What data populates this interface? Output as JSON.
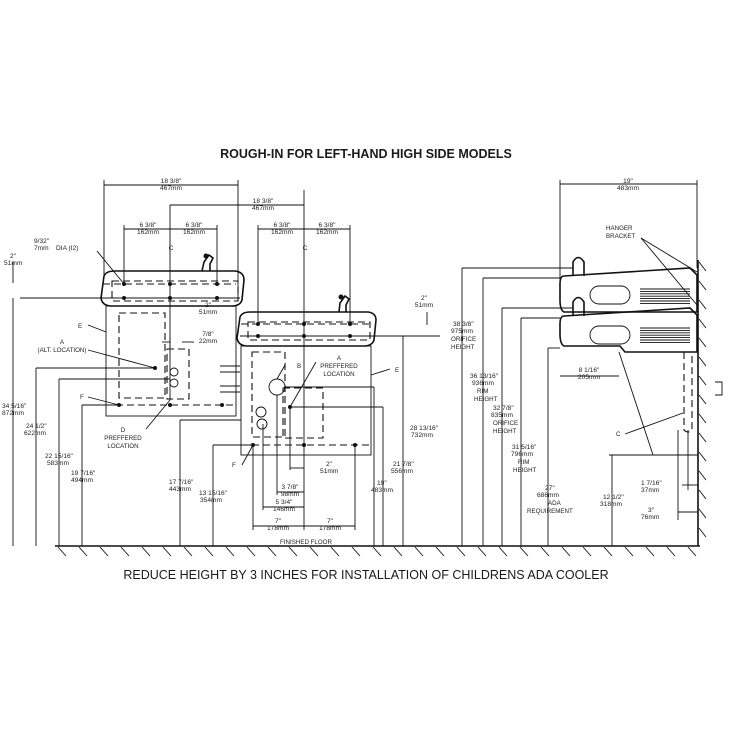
{
  "title": "ROUGH-IN FOR LEFT-HAND HIGH SIDE MODELS",
  "footer_note": "REDUCE HEIGHT BY 3 INCHES FOR INSTALLATION OF CHILDRENS ADA COOLER",
  "front_view": {
    "upper_unit_width": [
      "18 3/8\"",
      "467mm"
    ],
    "lower_unit_width": [
      "18 3/8\"",
      "467mm"
    ],
    "upper_half_left": [
      "6 3/8\"",
      "162mm"
    ],
    "upper_half_right": [
      "6 3/8\"",
      "162mm"
    ],
    "lower_half_left": [
      "6 3/8\"",
      "162mm"
    ],
    "lower_half_right": [
      "6 3/8\"",
      "162mm"
    ],
    "hole_dia": [
      "9/32\"",
      "7mm",
      "DIA (I2)"
    ],
    "upper_top_offset": [
      "2\"",
      "51mm"
    ],
    "upper_offset_2": [
      "2\"",
      "51mm"
    ],
    "lower_top_offset": [
      "2\"",
      "51mm"
    ],
    "offset_7_8": [
      "7/8\"",
      "22mm"
    ],
    "centerline_symbol": "C",
    "heights_left": [
      [
        "34 5/16\"",
        "872mm"
      ],
      [
        "24 1/2\"",
        "622mm"
      ],
      [
        "22 15/16\"",
        "583mm"
      ],
      [
        "19 7/16\"",
        "494mm"
      ],
      [
        "17 7/16\"",
        "443mm"
      ],
      [
        "13 15/16\"",
        "354mm"
      ]
    ],
    "heights_right": [
      [
        "28 13/16\"",
        "732mm"
      ],
      [
        "21 7/8\"",
        "556mm"
      ],
      [
        "19\"",
        "483mm"
      ]
    ],
    "bottom_dims": {
      "d_2in": [
        "2\"",
        "51mm"
      ],
      "d_3_7_8": [
        "3 7/8\"",
        "98mm"
      ],
      "d_5_3_4": [
        "5 3/4\"",
        "146mm"
      ],
      "d_7_left": [
        "7\"",
        "178mm"
      ],
      "d_7_right": [
        "7\"",
        "178mm"
      ]
    },
    "floor_label": "FINISHED FLOOR",
    "callouts": {
      "a_alt": [
        "A",
        "(ALT. LOCATION)"
      ],
      "a_pref": [
        "A",
        "PREFFERED",
        "LOCATION"
      ],
      "b": "B",
      "d": [
        "D",
        "PREFFERED",
        "LOCATION"
      ],
      "e_left": "E",
      "e_right": "E",
      "f_left": "F",
      "f_right": "F"
    }
  },
  "side_view": {
    "depth": [
      "19\"",
      "483mm"
    ],
    "hanger": [
      "HANGER",
      "BRACKET"
    ],
    "heights": [
      [
        "38 3/8\"",
        "975mm",
        "ORIFICE",
        "HEIGHT"
      ],
      [
        "36 13/16\"",
        "936mm",
        "RIM",
        "HEIGHT"
      ],
      [
        "32 7/8\"",
        "835mm",
        "ORIFICE",
        "HEIGHT"
      ],
      [
        "31 5/16\"",
        "796mm",
        "RIM",
        "HEIGHT"
      ],
      [
        "27\"",
        "686mm",
        "ADA",
        "REQUIREMENT"
      ],
      [
        "12 1/2\"",
        "318mm"
      ]
    ],
    "projection": [
      "8 1/16\"",
      "205mm"
    ],
    "wall_1_7_16": [
      "1 7/16\"",
      "37mm"
    ],
    "wall_3in": [
      "3\"",
      "76mm"
    ],
    "callout_c": "C"
  }
}
